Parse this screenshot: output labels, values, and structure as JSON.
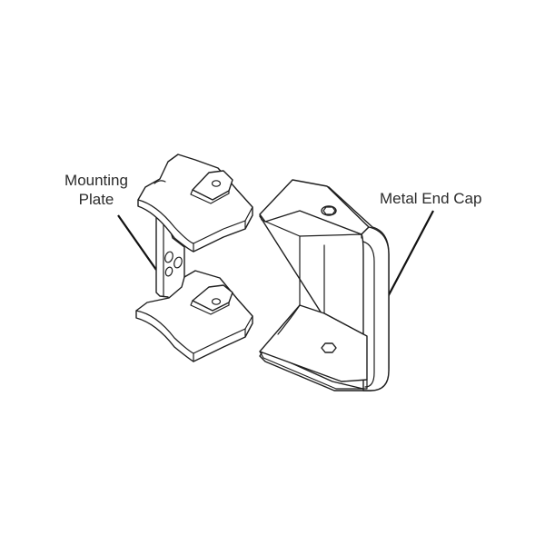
{
  "diagram": {
    "type": "exploded-part-illustration",
    "parts": [
      {
        "id": "mounting-plate",
        "label_lines": [
          "Mounting",
          "Plate"
        ]
      },
      {
        "id": "metal-end-cap",
        "label_lines": [
          "Metal End Cap"
        ]
      }
    ],
    "colors": {
      "background": "#ffffff",
      "line": "#1e1e1e",
      "text": "#2b2b2b"
    }
  }
}
